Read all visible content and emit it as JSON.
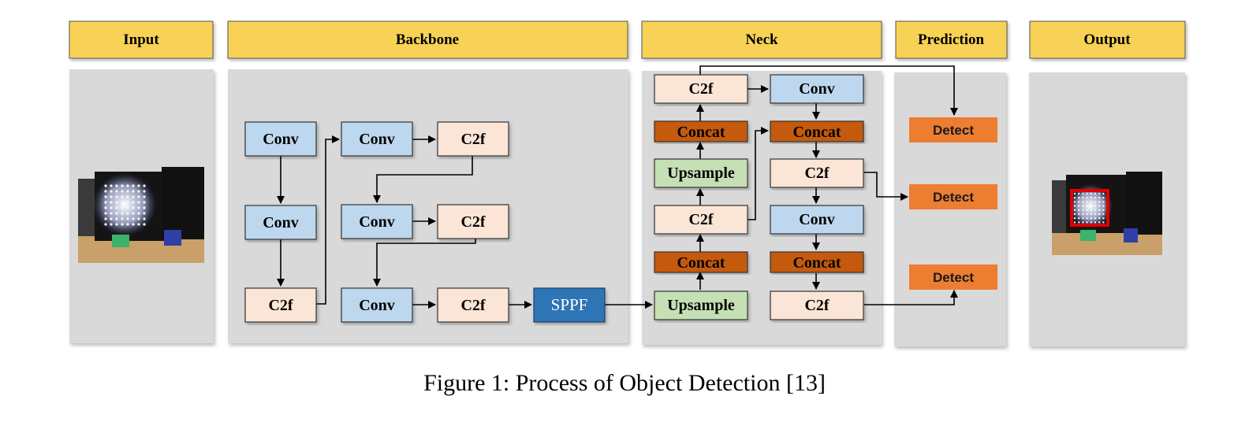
{
  "sections": {
    "input": "Input",
    "backbone": "Backbone",
    "neck": "Neck",
    "prediction": "Prediction",
    "output": "Output"
  },
  "backbone": {
    "conv_1": "Conv",
    "conv_2": "Conv",
    "c2f_1": "C2f",
    "conv_3": "Conv",
    "c2f_2": "C2f",
    "conv_4": "Conv",
    "c2f_3": "C2f",
    "conv_5": "Conv",
    "c2f_4": "C2f",
    "sppf": "SPPF"
  },
  "neck": {
    "c2f_top": "C2f",
    "conv_top": "Conv",
    "concat_1": "Concat",
    "concat_2": "Concat",
    "upsample_1": "Upsample",
    "c2f_right_1": "C2f",
    "c2f_left": "C2f",
    "conv_right": "Conv",
    "concat_3": "Concat",
    "concat_4": "Concat",
    "upsample_2": "Upsample",
    "c2f_right_2": "C2f"
  },
  "prediction": {
    "detect_1": "Detect",
    "detect_2": "Detect",
    "detect_3": "Detect"
  },
  "colors": {
    "header_fill": "#f7d257",
    "panel_fill": "#d9d9d9",
    "conv_fill": "#bdd7ee",
    "c2f_fill": "#fbe5d6",
    "concat_fill": "#c55a11",
    "upsample_fill": "#c5e0b4",
    "sppf_fill": "#2e75b6",
    "detect_fill": "#ed7d31",
    "bbox_red": "#e00000"
  },
  "caption": "Figure 1: Process of Object Detection [13]"
}
